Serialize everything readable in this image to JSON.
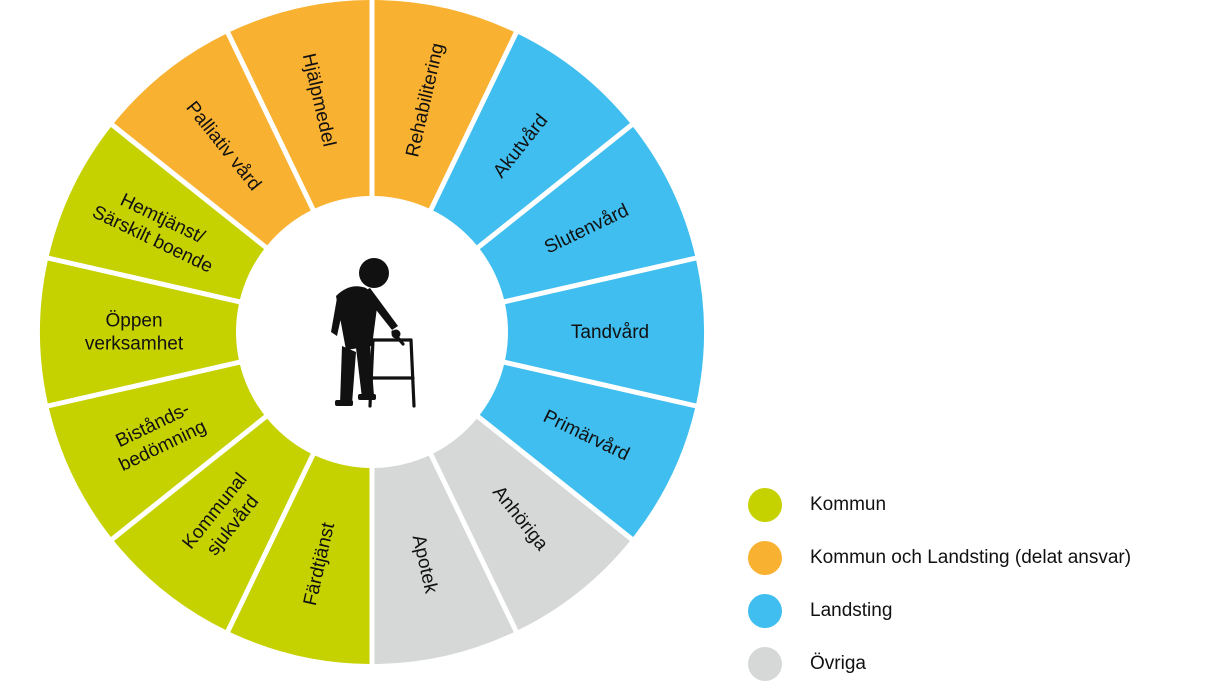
{
  "categories": [
    {
      "key": "kommun",
      "label": "Kommun",
      "color": "#c6d100"
    },
    {
      "key": "delat",
      "label": "Kommun och Landsting (delat ansvar)",
      "color": "#f9b131"
    },
    {
      "key": "landsting",
      "label": "Landsting",
      "color": "#3fbeef"
    },
    {
      "key": "ovriga",
      "label": "Övriga",
      "color": "#d6d8d8"
    }
  ],
  "segments": [
    {
      "lines": [
        "Rehabilitering"
      ],
      "category": "delat"
    },
    {
      "lines": [
        "Akutvård"
      ],
      "category": "landsting"
    },
    {
      "lines": [
        "Slutenvård"
      ],
      "category": "landsting"
    },
    {
      "lines": [
        "Tandvård"
      ],
      "category": "landsting"
    },
    {
      "lines": [
        "Primärvård"
      ],
      "category": "landsting"
    },
    {
      "lines": [
        "Anhöriga"
      ],
      "category": "ovriga"
    },
    {
      "lines": [
        "Apotek"
      ],
      "category": "ovriga"
    },
    {
      "lines": [
        "Färdtjänst"
      ],
      "category": "kommun"
    },
    {
      "lines": [
        "Kommunal",
        "sjukvård"
      ],
      "category": "kommun"
    },
    {
      "lines": [
        "Bistånds-",
        "bedömning"
      ],
      "category": "kommun"
    },
    {
      "lines": [
        "Öppen",
        "verksamhet"
      ],
      "category": "kommun"
    },
    {
      "lines": [
        "Hemtjänst/",
        "Särskilt boende"
      ],
      "category": "kommun"
    },
    {
      "lines": [
        "Palliativ vård"
      ],
      "category": "delat"
    },
    {
      "lines": [
        "Hjälpmedel"
      ],
      "category": "delat"
    }
  ],
  "center_icon": "elderly-person-with-walker-icon"
}
